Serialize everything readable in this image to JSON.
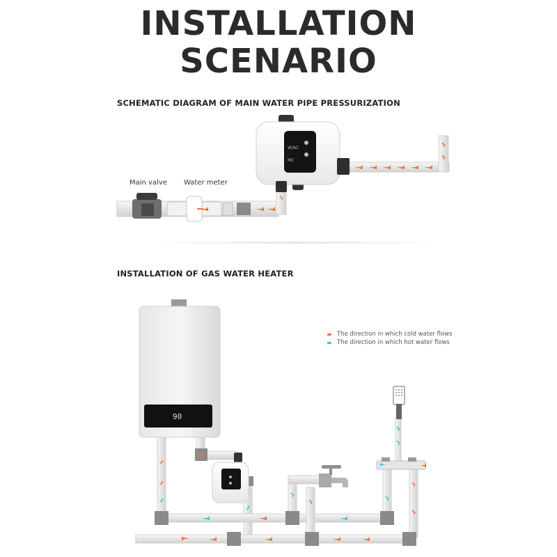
{
  "title": {
    "line1": "INSTALLATION",
    "line2": "SCENARIO"
  },
  "section1": {
    "heading": "SCHEMATIC DIAGRAM OF MAIN WATER PIPE PRESSURIZATION",
    "labels": {
      "main_valve": "Main valve",
      "water_meter": "Water meter"
    },
    "pump_display": {
      "button1": "W/AC",
      "button2": "MC"
    }
  },
  "section2": {
    "heading": "INSTALLATION OF GAS WATER HEATER",
    "heater_display": "90",
    "legend": [
      {
        "text": "The direction in which cold water flows",
        "color": "#f26b3a"
      },
      {
        "text": "The direction in which hot water flows",
        "color": "#36c3e8"
      }
    ]
  },
  "colors": {
    "pipe": "#e9e9e9",
    "pipe_border": "#c9c9c9",
    "cold": "#f26b3a",
    "hot": "#36c3e8",
    "fitting": "#8a8a8a",
    "title": "#2b2b2b"
  }
}
